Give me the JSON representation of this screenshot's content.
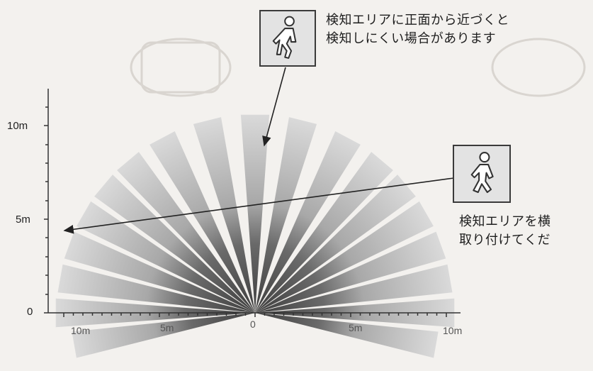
{
  "diagram": {
    "caption_front": [
      "検知エリアに正面から近づくと",
      "検知しにくい場合があります"
    ],
    "caption_side": [
      "検知エリアを横",
      "取り付けてくだ"
    ],
    "y_ticks": [
      "10m",
      "5m",
      "0"
    ],
    "x_ticks": [
      "10m",
      "5m",
      "0",
      "5m",
      "10m"
    ],
    "icons": {
      "front_walker": "walking-person-icon",
      "side_walker": "walking-person-icon"
    },
    "colors": {
      "beam_dark": "#4a4a4a",
      "beam_light": "#d8d8d8",
      "axis": "#333333"
    }
  }
}
